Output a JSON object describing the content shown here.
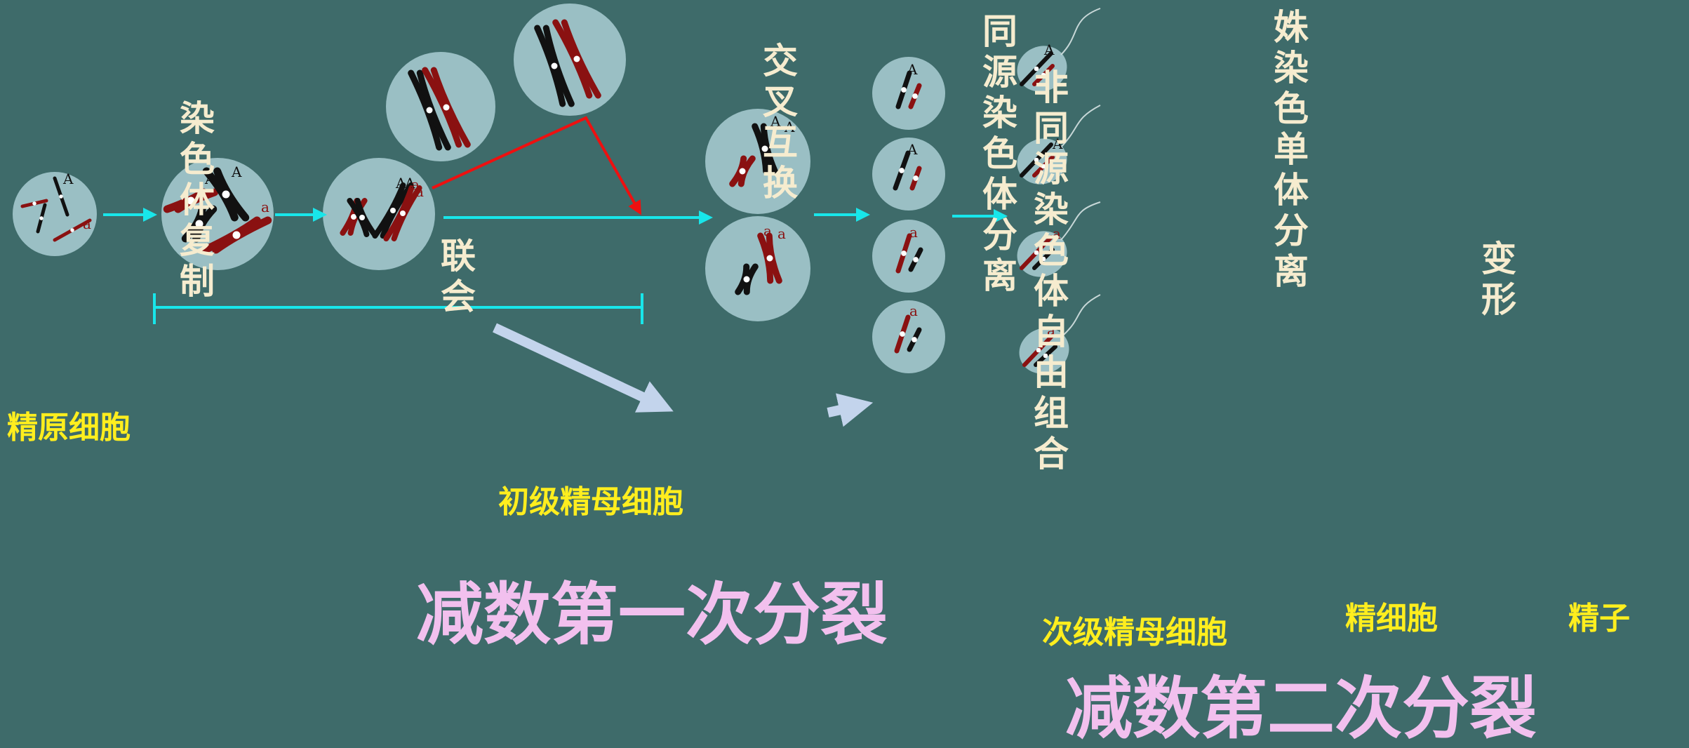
{
  "colors": {
    "background": "#3e6b6a",
    "cell_fill": "#9abfc4",
    "arrow_cyan": "#18e6ea",
    "crossover_line": "#ee1010",
    "dominant_chromosome": "#111111",
    "recessive_chromosome": "#8a1111",
    "stage_label": "#ffee1e",
    "process_label": "#f6eccf",
    "division_title": "#f2c0ee",
    "big_arrow": "#c3d4ec"
  },
  "alleles": {
    "dominant": "A",
    "recessive": "a"
  },
  "labels": {
    "spermatogonium": "精原细胞",
    "primary_spermatocyte": "初级精母细胞",
    "secondary_spermatocyte": "次级精母细胞",
    "spermatid": "精细胞",
    "sperm": "精子"
  },
  "processes": {
    "replication": "染色体复制",
    "synapsis": "联会",
    "crossing_over": "交叉互换",
    "homolog_separation": "同源染色体分离",
    "independent_assortment": "非同源染色体自由组合",
    "sister_chromatid_separation": "姝染色单体分离",
    "transformation": "变形"
  },
  "divisions": {
    "meiosis_1": "减数第一次分裂",
    "meiosis_2": "减数第二次分裂"
  }
}
